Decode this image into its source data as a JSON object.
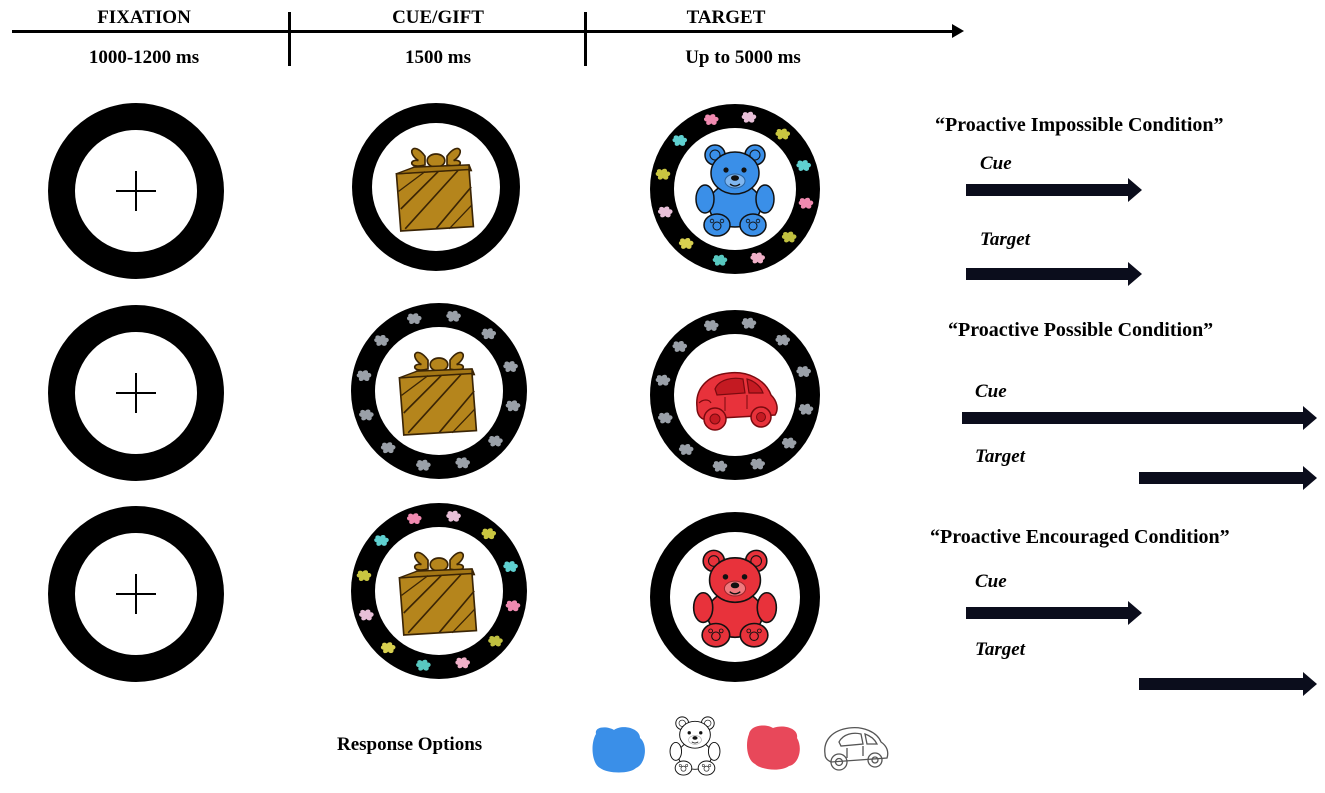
{
  "header": {
    "phases": [
      {
        "name": "FIXATION",
        "duration": "1000-1200 ms"
      },
      {
        "name": "CUE/GIFT",
        "duration": "1500 ms"
      },
      {
        "name": "TARGET",
        "duration": "Up to 5000 ms"
      }
    ]
  },
  "conditions": [
    {
      "title": "“Proactive Impossible Condition”",
      "cue_label": "Cue",
      "target_label": "Target",
      "target_color": "blue",
      "target_object": "bear"
    },
    {
      "title": "“Proactive Possible Condition”",
      "cue_label": "Cue",
      "target_label": "Target",
      "target_color": "red",
      "target_object": "car"
    },
    {
      "title": "“Proactive Encouraged Condition”",
      "cue_label": "Cue",
      "target_label": "Target",
      "target_color": "red",
      "target_object": "bear"
    }
  ],
  "response": {
    "label": "Response Options",
    "options": [
      "blue-patch-icon",
      "bear-outline-icon",
      "red-patch-icon",
      "car-outline-icon"
    ]
  },
  "colors": {
    "blue": "#3a8fe8",
    "red": "#e8323b",
    "gift": "#b5851c",
    "gift_dark": "#5a3a0a",
    "ring": "#000000",
    "arrow": "#0b0d1c"
  }
}
